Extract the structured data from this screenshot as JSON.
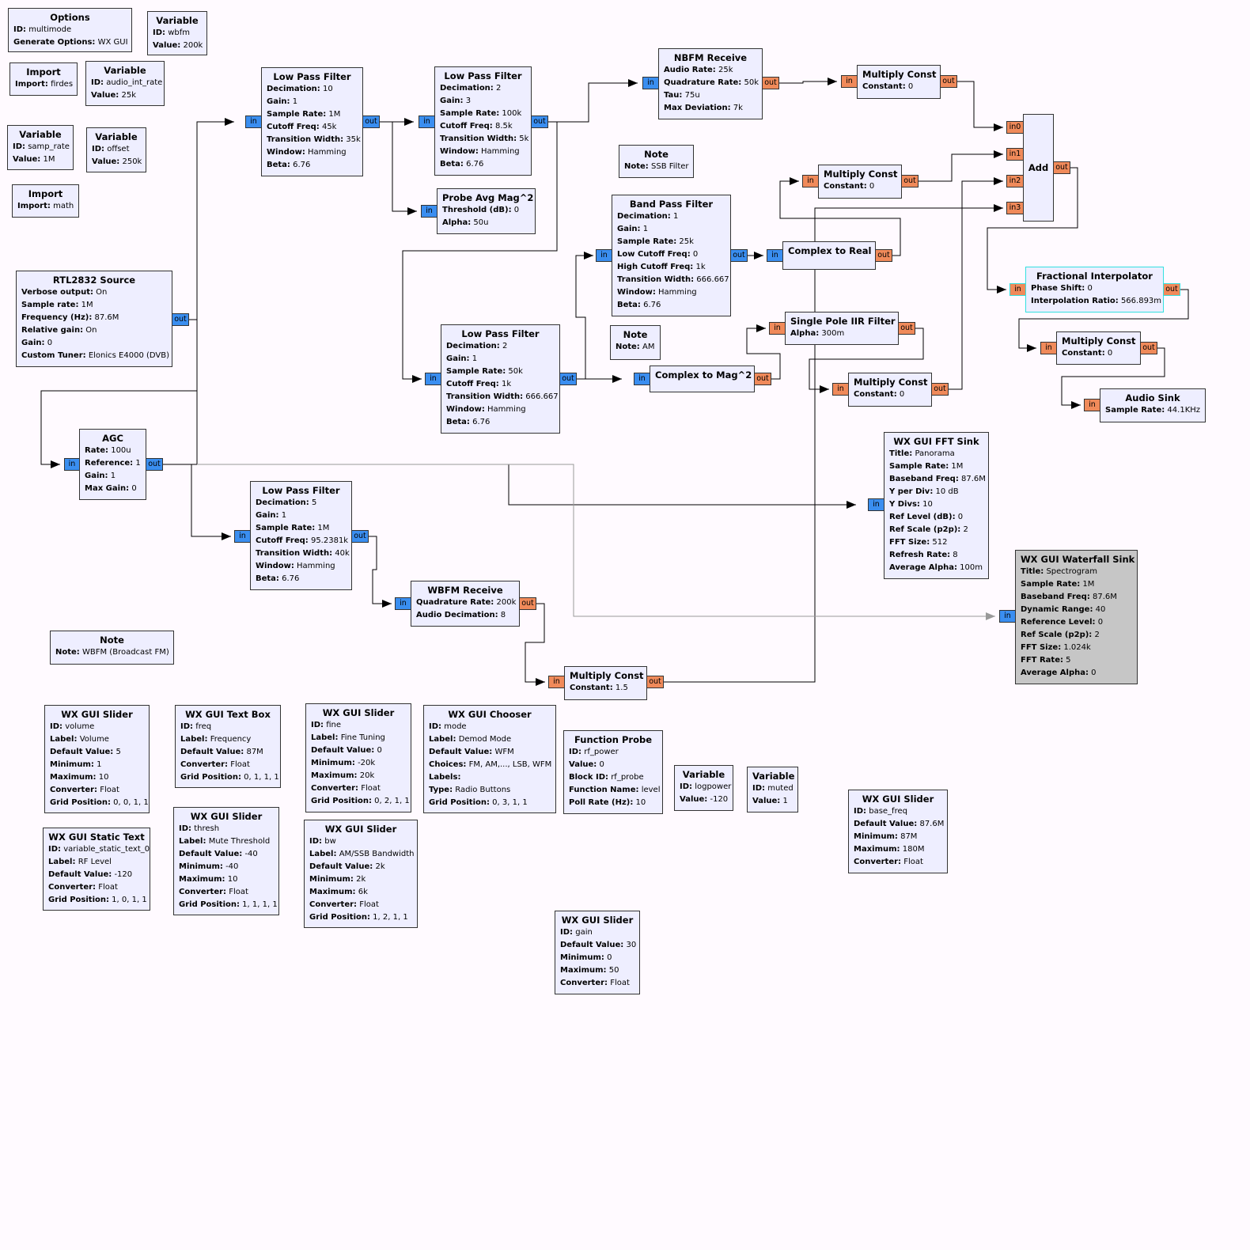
{
  "colors": {
    "canvas": "#fffaff",
    "block": "#eeeeff",
    "block_disabled": "#c6c6c6",
    "port_complex": "#3a8ef0",
    "port_float": "#f08a5a",
    "selected": "#33e0e0",
    "wire": "#000000"
  },
  "blocks": {
    "options": {
      "title": "Options",
      "params": [
        {
          "k": "ID:",
          "v": "multimode"
        },
        {
          "k": "Generate Options:",
          "v": "WX GUI"
        }
      ]
    },
    "var_wbfm": {
      "title": "Variable",
      "params": [
        {
          "k": "ID:",
          "v": "wbfm"
        },
        {
          "k": "Value:",
          "v": "200k"
        }
      ]
    },
    "import_firdes": {
      "title": "Import",
      "params": [
        {
          "k": "Import:",
          "v": "firdes"
        }
      ]
    },
    "var_audio": {
      "title": "Variable",
      "params": [
        {
          "k": "ID:",
          "v": "audio_int_rate"
        },
        {
          "k": "Value:",
          "v": "25k"
        }
      ]
    },
    "var_samp": {
      "title": "Variable",
      "params": [
        {
          "k": "ID:",
          "v": "samp_rate"
        },
        {
          "k": "Value:",
          "v": "1M"
        }
      ]
    },
    "var_offset": {
      "title": "Variable",
      "params": [
        {
          "k": "ID:",
          "v": "offset"
        },
        {
          "k": "Value:",
          "v": "250k"
        }
      ]
    },
    "import_math": {
      "title": "Import",
      "params": [
        {
          "k": "Import:",
          "v": "math"
        }
      ]
    },
    "rtl": {
      "title": "RTL2832 Source",
      "params": [
        {
          "k": "Verbose output:",
          "v": "On"
        },
        {
          "k": "Sample rate:",
          "v": "1M"
        },
        {
          "k": "Frequency (Hz):",
          "v": "87.6M"
        },
        {
          "k": "Relative gain:",
          "v": "On"
        },
        {
          "k": "Gain:",
          "v": "0"
        },
        {
          "k": "Custom Tuner:",
          "v": "Elonics E4000 (DVB)"
        }
      ]
    },
    "agc": {
      "title": "AGC",
      "params": [
        {
          "k": "Rate:",
          "v": "100u"
        },
        {
          "k": "Reference:",
          "v": "1"
        },
        {
          "k": "Gain:",
          "v": "1"
        },
        {
          "k": "Max Gain:",
          "v": "0"
        }
      ]
    },
    "lpf1": {
      "title": "Low Pass Filter",
      "params": [
        {
          "k": "Decimation:",
          "v": "10"
        },
        {
          "k": "Gain:",
          "v": "1"
        },
        {
          "k": "Sample Rate:",
          "v": "1M"
        },
        {
          "k": "Cutoff Freq:",
          "v": "45k"
        },
        {
          "k": "Transition Width:",
          "v": "35k"
        },
        {
          "k": "Window:",
          "v": "Hamming"
        },
        {
          "k": "Beta:",
          "v": "6.76"
        }
      ]
    },
    "lpf2": {
      "title": "Low Pass Filter",
      "params": [
        {
          "k": "Decimation:",
          "v": "2"
        },
        {
          "k": "Gain:",
          "v": "3"
        },
        {
          "k": "Sample Rate:",
          "v": "100k"
        },
        {
          "k": "Cutoff Freq:",
          "v": "8.5k"
        },
        {
          "k": "Transition Width:",
          "v": "5k"
        },
        {
          "k": "Window:",
          "v": "Hamming"
        },
        {
          "k": "Beta:",
          "v": "6.76"
        }
      ]
    },
    "probe": {
      "title": "Probe Avg Mag^2",
      "params": [
        {
          "k": "Threshold (dB):",
          "v": "0"
        },
        {
          "k": "Alpha:",
          "v": "50u"
        }
      ]
    },
    "nbfm": {
      "title": "NBFM Receive",
      "params": [
        {
          "k": "Audio Rate:",
          "v": "25k"
        },
        {
          "k": "Quadrature Rate:",
          "v": "50k"
        },
        {
          "k": "Tau:",
          "v": "75u"
        },
        {
          "k": "Max Deviation:",
          "v": "7k"
        }
      ]
    },
    "mc1": {
      "title": "Multiply Const",
      "params": [
        {
          "k": "Constant:",
          "v": "0"
        }
      ]
    },
    "note_ssb": {
      "title": "Note",
      "params": [
        {
          "k": "Note:",
          "v": "SSB Filter"
        }
      ]
    },
    "mc2": {
      "title": "Multiply Const",
      "params": [
        {
          "k": "Constant:",
          "v": "0"
        }
      ]
    },
    "add": {
      "title": "Add",
      "params": []
    },
    "bpf": {
      "title": "Band Pass Filter",
      "params": [
        {
          "k": "Decimation:",
          "v": "1"
        },
        {
          "k": "Gain:",
          "v": "1"
        },
        {
          "k": "Sample Rate:",
          "v": "25k"
        },
        {
          "k": "Low Cutoff Freq:",
          "v": "0"
        },
        {
          "k": "High Cutoff Freq:",
          "v": "1k"
        },
        {
          "k": "Transition Width:",
          "v": "666.667"
        },
        {
          "k": "Window:",
          "v": "Hamming"
        },
        {
          "k": "Beta:",
          "v": "6.76"
        }
      ]
    },
    "c2r": {
      "title": "Complex to Real",
      "params": []
    },
    "frac": {
      "title": "Fractional Interpolator",
      "params": [
        {
          "k": "Phase Shift:",
          "v": "0"
        },
        {
          "k": "Interpolation Ratio:",
          "v": "566.893m"
        }
      ]
    },
    "iir": {
      "title": "Single Pole IIR Filter",
      "params": [
        {
          "k": "Alpha:",
          "v": "300m"
        }
      ]
    },
    "mc3": {
      "title": "Multiply Const",
      "params": [
        {
          "k": "Constant:",
          "v": "0"
        }
      ]
    },
    "note_am": {
      "title": "Note",
      "params": [
        {
          "k": "Note:",
          "v": "AM"
        }
      ]
    },
    "lpf3": {
      "title": "Low Pass Filter",
      "params": [
        {
          "k": "Decimation:",
          "v": "2"
        },
        {
          "k": "Gain:",
          "v": "1"
        },
        {
          "k": "Sample Rate:",
          "v": "50k"
        },
        {
          "k": "Cutoff Freq:",
          "v": "1k"
        },
        {
          "k": "Transition Width:",
          "v": "666.667"
        },
        {
          "k": "Window:",
          "v": "Hamming"
        },
        {
          "k": "Beta:",
          "v": "6.76"
        }
      ]
    },
    "c2mag": {
      "title": "Complex to Mag^2",
      "params": []
    },
    "mc4": {
      "title": "Multiply Const",
      "params": [
        {
          "k": "Constant:",
          "v": "0"
        }
      ]
    },
    "mc5": {
      "title": "Multiply Const",
      "params": [
        {
          "k": "Constant:",
          "v": "0"
        }
      ]
    },
    "audio": {
      "title": "Audio Sink",
      "params": [
        {
          "k": "Sample Rate:",
          "v": "44.1KHz"
        }
      ]
    },
    "fft": {
      "title": "WX GUI FFT Sink",
      "params": [
        {
          "k": "Title:",
          "v": "Panorama"
        },
        {
          "k": "Sample Rate:",
          "v": "1M"
        },
        {
          "k": "Baseband Freq:",
          "v": "87.6M"
        },
        {
          "k": "Y per Div:",
          "v": "10 dB"
        },
        {
          "k": "Y Divs:",
          "v": "10"
        },
        {
          "k": "Ref Level (dB):",
          "v": "0"
        },
        {
          "k": "Ref Scale (p2p):",
          "v": "2"
        },
        {
          "k": "FFT Size:",
          "v": "512"
        },
        {
          "k": "Refresh Rate:",
          "v": "8"
        },
        {
          "k": "Average Alpha:",
          "v": "100m"
        }
      ]
    },
    "waterfall": {
      "title": "WX GUI Waterfall Sink",
      "params": [
        {
          "k": "Title:",
          "v": "Spectrogram"
        },
        {
          "k": "Sample Rate:",
          "v": "1M"
        },
        {
          "k": "Baseband Freq:",
          "v": "87.6M"
        },
        {
          "k": "Dynamic Range:",
          "v": "40"
        },
        {
          "k": "Reference Level:",
          "v": "0"
        },
        {
          "k": "Ref Scale (p2p):",
          "v": "2"
        },
        {
          "k": "FFT Size:",
          "v": "1.024k"
        },
        {
          "k": "FFT Rate:",
          "v": "5"
        },
        {
          "k": "Average Alpha:",
          "v": "0"
        }
      ]
    },
    "lpf4": {
      "title": "Low Pass Filter",
      "params": [
        {
          "k": "Decimation:",
          "v": "5"
        },
        {
          "k": "Gain:",
          "v": "1"
        },
        {
          "k": "Sample Rate:",
          "v": "1M"
        },
        {
          "k": "Cutoff Freq:",
          "v": "95.2381k"
        },
        {
          "k": "Transition Width:",
          "v": "40k"
        },
        {
          "k": "Window:",
          "v": "Hamming"
        },
        {
          "k": "Beta:",
          "v": "6.76"
        }
      ]
    },
    "wbfmrx": {
      "title": "WBFM Receive",
      "params": [
        {
          "k": "Quadrature Rate:",
          "v": "200k"
        },
        {
          "k": "Audio Decimation:",
          "v": "8"
        }
      ]
    },
    "note_wbfm": {
      "title": "Note",
      "params": [
        {
          "k": "Note:",
          "v": "WBFM (Broadcast FM)"
        }
      ]
    },
    "mc6": {
      "title": "Multiply Const",
      "params": [
        {
          "k": "Constant:",
          "v": "1.5"
        }
      ]
    },
    "sl_volume": {
      "title": "WX GUI Slider",
      "params": [
        {
          "k": "ID:",
          "v": "volume"
        },
        {
          "k": "Label:",
          "v": "Volume"
        },
        {
          "k": "Default Value:",
          "v": "5"
        },
        {
          "k": "Minimum:",
          "v": "1"
        },
        {
          "k": "Maximum:",
          "v": "10"
        },
        {
          "k": "Converter:",
          "v": "Float"
        },
        {
          "k": "Grid Position:",
          "v": "0, 0, 1, 1"
        }
      ]
    },
    "textbox": {
      "title": "WX GUI Text Box",
      "params": [
        {
          "k": "ID:",
          "v": "freq"
        },
        {
          "k": "Label:",
          "v": "Frequency"
        },
        {
          "k": "Default Value:",
          "v": "87M"
        },
        {
          "k": "Converter:",
          "v": "Float"
        },
        {
          "k": "Grid Position:",
          "v": "0, 1, 1, 1"
        }
      ]
    },
    "sl_fine": {
      "title": "WX GUI Slider",
      "params": [
        {
          "k": "ID:",
          "v": "fine"
        },
        {
          "k": "Label:",
          "v": "Fine Tuning"
        },
        {
          "k": "Default Value:",
          "v": "0"
        },
        {
          "k": "Minimum:",
          "v": "-20k"
        },
        {
          "k": "Maximum:",
          "v": "20k"
        },
        {
          "k": "Converter:",
          "v": "Float"
        },
        {
          "k": "Grid Position:",
          "v": "0, 2, 1, 1"
        }
      ]
    },
    "chooser": {
      "title": "WX GUI Chooser",
      "params": [
        {
          "k": "ID:",
          "v": "mode"
        },
        {
          "k": "Label:",
          "v": "Demod Mode"
        },
        {
          "k": "Default Value:",
          "v": "WFM"
        },
        {
          "k": "Choices:",
          "v": "FM, AM,..., LSB, WFM"
        },
        {
          "k": "Labels:",
          "v": ""
        },
        {
          "k": "Type:",
          "v": "Radio Buttons"
        },
        {
          "k": "Grid Position:",
          "v": "0, 3, 1, 1"
        }
      ]
    },
    "fprobe": {
      "title": "Function Probe",
      "params": [
        {
          "k": "ID:",
          "v": "rf_power"
        },
        {
          "k": "Value:",
          "v": "0"
        },
        {
          "k": "Block ID:",
          "v": "rf_probe"
        },
        {
          "k": "Function Name:",
          "v": "level"
        },
        {
          "k": "Poll Rate (Hz):",
          "v": "10"
        }
      ]
    },
    "var_logpower": {
      "title": "Variable",
      "params": [
        {
          "k": "ID:",
          "v": "logpower"
        },
        {
          "k": "Value:",
          "v": "-120"
        }
      ]
    },
    "var_muted": {
      "title": "Variable",
      "params": [
        {
          "k": "ID:",
          "v": "muted"
        },
        {
          "k": "Value:",
          "v": "1"
        }
      ]
    },
    "statictext": {
      "title": "WX GUI Static Text",
      "params": [
        {
          "k": "ID:",
          "v": "variable_static_text_0"
        },
        {
          "k": "Label:",
          "v": "RF Level"
        },
        {
          "k": "Default Value:",
          "v": "-120"
        },
        {
          "k": "Converter:",
          "v": "Float"
        },
        {
          "k": "Grid Position:",
          "v": "1, 0, 1, 1"
        }
      ]
    },
    "sl_thresh": {
      "title": "WX GUI Slider",
      "params": [
        {
          "k": "ID:",
          "v": "thresh"
        },
        {
          "k": "Label:",
          "v": "Mute Threshold"
        },
        {
          "k": "Default Value:",
          "v": "-40"
        },
        {
          "k": "Minimum:",
          "v": "-40"
        },
        {
          "k": "Maximum:",
          "v": "10"
        },
        {
          "k": "Converter:",
          "v": "Float"
        },
        {
          "k": "Grid Position:",
          "v": "1, 1, 1, 1"
        }
      ]
    },
    "sl_bw": {
      "title": "WX GUI Slider",
      "params": [
        {
          "k": "ID:",
          "v": "bw"
        },
        {
          "k": "Label:",
          "v": "AM/SSB Bandwidth"
        },
        {
          "k": "Default Value:",
          "v": "2k"
        },
        {
          "k": "Minimum:",
          "v": "2k"
        },
        {
          "k": "Maximum:",
          "v": "6k"
        },
        {
          "k": "Converter:",
          "v": "Float"
        },
        {
          "k": "Grid Position:",
          "v": "1, 2, 1, 1"
        }
      ]
    },
    "sl_base": {
      "title": "WX GUI Slider",
      "params": [
        {
          "k": "ID:",
          "v": "base_freq"
        },
        {
          "k": "Default Value:",
          "v": "87.6M"
        },
        {
          "k": "Minimum:",
          "v": "87M"
        },
        {
          "k": "Maximum:",
          "v": "180M"
        },
        {
          "k": "Converter:",
          "v": "Float"
        }
      ]
    },
    "sl_gain": {
      "title": "WX GUI Slider",
      "params": [
        {
          "k": "ID:",
          "v": "gain"
        },
        {
          "k": "Default Value:",
          "v": "30"
        },
        {
          "k": "Minimum:",
          "v": "0"
        },
        {
          "k": "Maximum:",
          "v": "50"
        },
        {
          "k": "Converter:",
          "v": "Float"
        }
      ]
    }
  },
  "port_labels": {
    "in": "in",
    "out": "out",
    "in0": "in0",
    "in1": "in1",
    "in2": "in2",
    "in3": "in3"
  }
}
